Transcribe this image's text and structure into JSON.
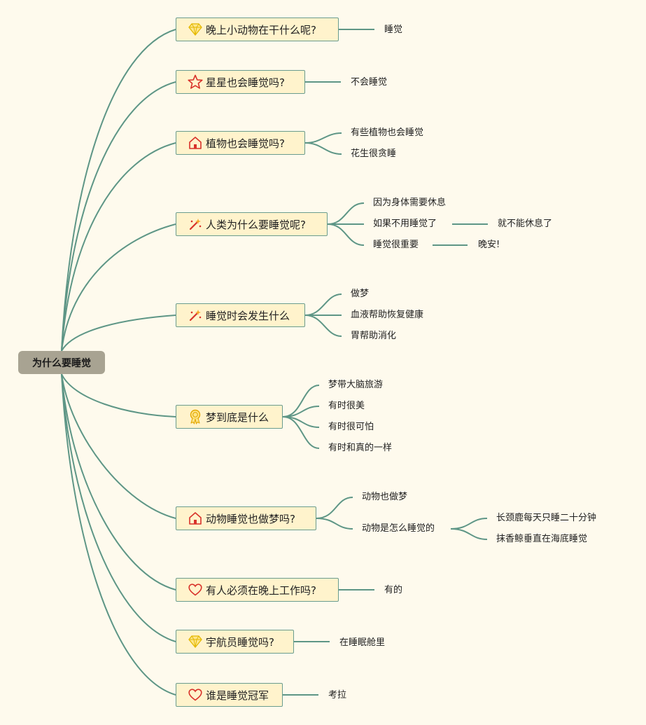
{
  "root": {
    "label": "为什么要睡觉"
  },
  "topics": [
    {
      "label": "晚上小动物在干什么呢?",
      "icon": "gem-icon",
      "leaves": [
        "睡觉"
      ]
    },
    {
      "label": "星星也会睡觉吗?",
      "icon": "star-icon",
      "leaves": [
        "不会睡觉"
      ]
    },
    {
      "label": "植物也会睡觉吗?",
      "icon": "house-icon",
      "leaves": [
        "有些植物也会睡觉",
        "花生很贪睡"
      ]
    },
    {
      "label": "人类为什么要睡觉呢?",
      "icon": "magic-wand-icon",
      "leaves": [
        "因为身体需要休息",
        "如果不用睡觉了",
        "睡觉很重要"
      ],
      "subleaves": [
        "就不能休息了",
        "晚安!"
      ]
    },
    {
      "label": "睡觉时会发生什么",
      "icon": "magic-wand-icon",
      "leaves": [
        "做梦",
        "血液帮助恢复健康",
        "胃帮助消化"
      ]
    },
    {
      "label": "梦到底是什么",
      "icon": "award-icon",
      "leaves": [
        "梦带大脑旅游",
        "有时很美",
        "有时很可怕",
        "有时和真的一样"
      ]
    },
    {
      "label": "动物睡觉也做梦吗?",
      "icon": "house-icon",
      "leaves": [
        "动物也做梦",
        "动物是怎么睡觉的"
      ],
      "subleaves": [
        "长颈鹿每天只睡二十分钟",
        "抹香鲸垂直在海底睡觉"
      ]
    },
    {
      "label": "有人必须在晚上工作吗?",
      "icon": "heart-icon",
      "leaves": [
        "有的"
      ]
    },
    {
      "label": "宇航员睡觉吗?",
      "icon": "gem-icon",
      "leaves": [
        "在睡眠舱里"
      ]
    },
    {
      "label": "谁是睡觉冠军",
      "icon": "heart-icon",
      "leaves": [
        "考拉"
      ]
    }
  ],
  "colors": {
    "background": "#fefaed",
    "line": "#5e9686",
    "topic_fill": "#fff3cc",
    "root_fill": "#a8a392"
  }
}
